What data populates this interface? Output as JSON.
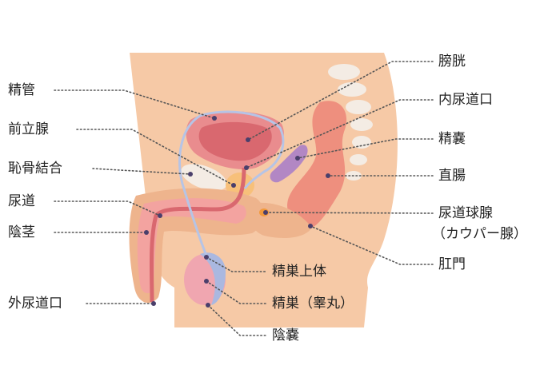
{
  "labels": {
    "vas_deferens": "精管",
    "prostate": "前立腺",
    "pubic_symphysis": "恥骨結合",
    "urethra": "尿道",
    "penis_shaft": "陰茎",
    "external_urethral_orifice": "外尿道口",
    "bladder": "膀胱",
    "internal_urethral_orifice": "内尿道口",
    "seminal_vesicle": "精嚢",
    "rectum": "直腸",
    "bulbourethral_gland_line1": "尿道球腺",
    "bulbourethral_gland_line2": "（カウパー腺）",
    "anus": "肛門",
    "epididymis": "精巣上体",
    "testis": "精巣（睾丸）",
    "scrotum": "陰嚢"
  },
  "colors": {
    "skin": "#f6c9a6",
    "skin_dark": "#eeb48d",
    "tissue_pink": "#f3a3a0",
    "bladder": "#e98c8e",
    "bladder_inner": "#d9686f",
    "rectum": "#ee8f7e",
    "vesicle": "#b287c4",
    "prostate": "#f7c07a",
    "gland": "#f29a3c",
    "bone": "#f4ece4",
    "vas": "#b6c4e6",
    "testis": "#f0a6b0",
    "epididymis": "#aab8e0",
    "leader": "#555555",
    "dot": "#4a3f6b"
  }
}
